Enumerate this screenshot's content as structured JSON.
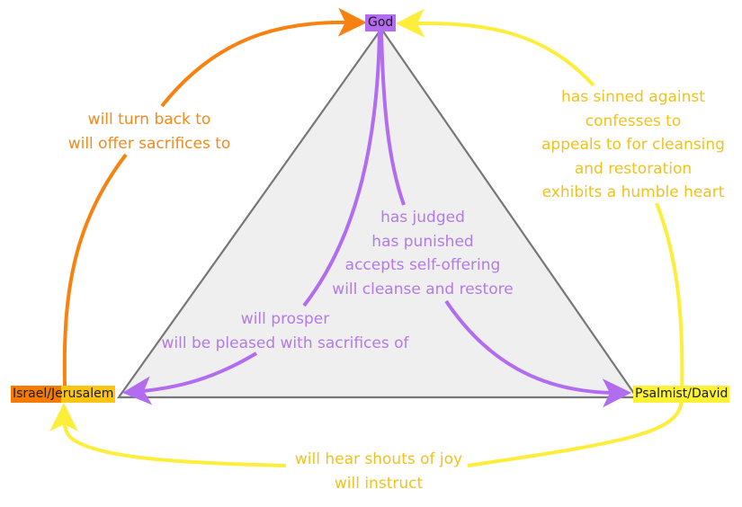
{
  "colors": {
    "triangle_fill": "#efefef",
    "triangle_stroke": "#777777",
    "orange": "#f7820f",
    "yellow": "#fcee3a",
    "purple": "#b26cf0",
    "god_node": "#b36bf0",
    "israel_node_left": "#f57c00",
    "israel_node_right": "#fcc413",
    "david_node": "#fbf236"
  },
  "nodes": {
    "god": {
      "label": "God"
    },
    "israel": {
      "label": "Israel/Jerusalem"
    },
    "david": {
      "label": "Psalmist/David"
    }
  },
  "edges": {
    "israel_to_god": {
      "lines": [
        "will turn back to",
        "will offer sacrifices to"
      ]
    },
    "david_to_god": {
      "lines": [
        "has sinned against",
        "confesses to",
        "appeals to for cleansing",
        "and restoration",
        "exhibits a humble heart"
      ]
    },
    "god_to_david": {
      "lines": [
        "has judged",
        "has punished",
        "accepts self-offering",
        "will cleanse and restore"
      ]
    },
    "god_to_israel": {
      "lines": [
        "will prosper",
        "will be pleased with sacrifices of"
      ]
    },
    "david_to_israel": {
      "lines": [
        "will hear shouts of joy",
        "will instruct"
      ]
    }
  }
}
